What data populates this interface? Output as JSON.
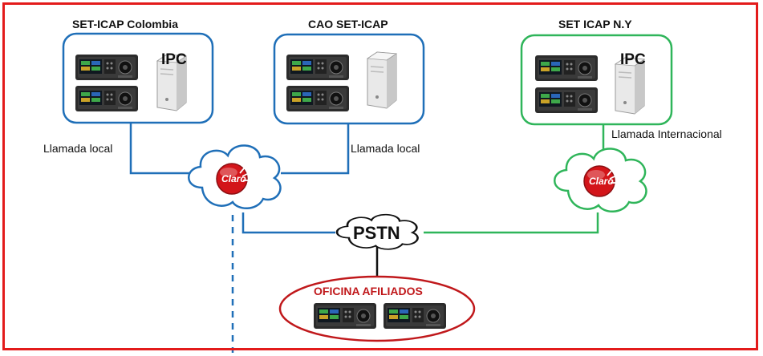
{
  "sites": {
    "colombia": {
      "title": "SET-ICAP Colombia",
      "label": "IPC",
      "link": "Llamada local"
    },
    "cao": {
      "title": "CAO SET-ICAP",
      "link": "Llamada local"
    },
    "ny": {
      "title": "SET ICAP N.Y",
      "label": "IPC",
      "link": "Llamada Internacional"
    }
  },
  "network": {
    "pstn_label": "PSTN",
    "provider_logo": "Claro"
  },
  "office": {
    "title": "OFICINA AFILIADOS"
  },
  "icons": {
    "turret": "trading-turret-icon",
    "server": "server-tower-icon",
    "cloud": "network-cloud-icon",
    "logo": "claro-logo"
  },
  "colors": {
    "frame": "#e31b1b",
    "blue_link": "#1f6fb8",
    "green_link": "#2fb55a",
    "black_link": "#111111",
    "office_border": "#c0181b",
    "logo_red": "#d3151a"
  }
}
